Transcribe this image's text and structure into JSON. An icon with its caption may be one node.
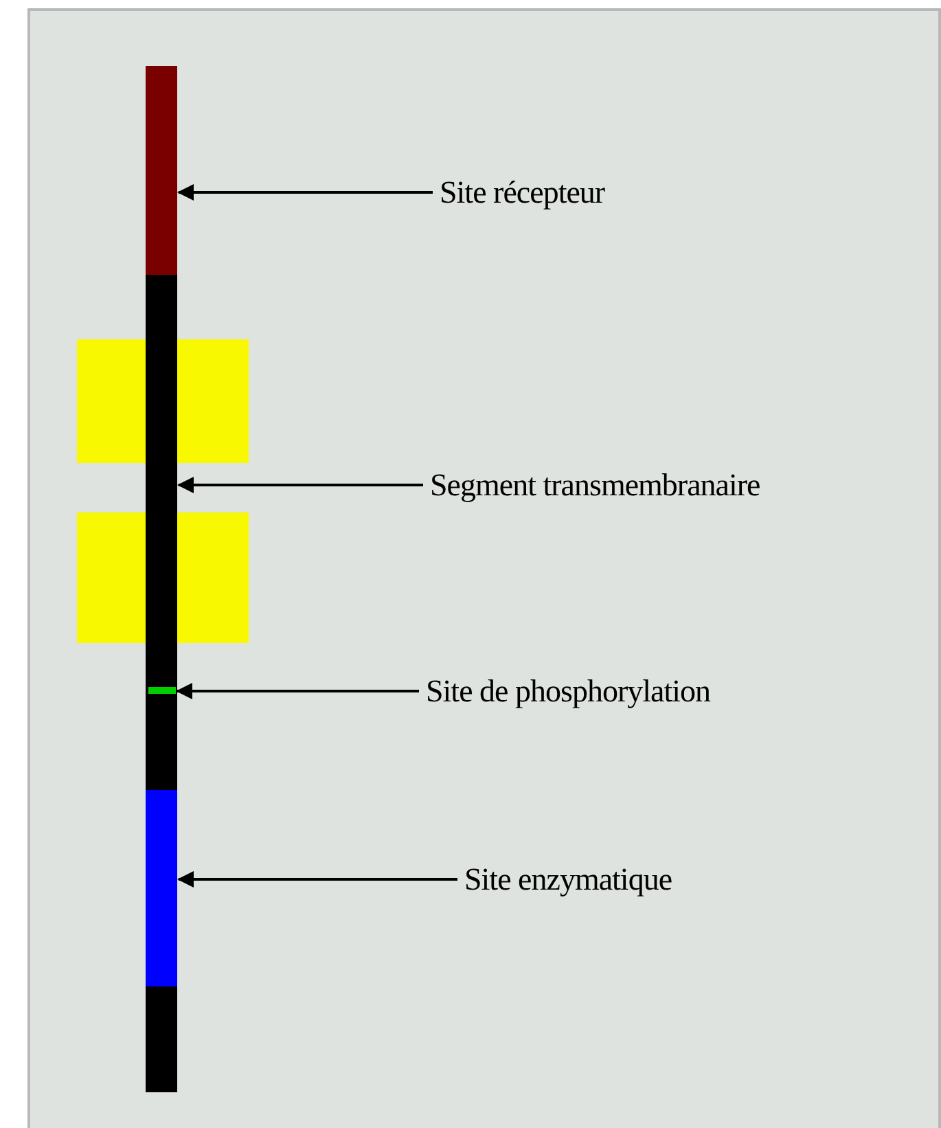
{
  "diagram": {
    "nodes": [
      {
        "text": [
          "Site récepteur"
        ]
      },
      {
        "text": [
          "Segment transmembranaire"
        ]
      },
      {
        "text": [
          "Site de phosphorylation"
        ]
      },
      {
        "text": [
          "Site enzymatique"
        ]
      },
      {
        "text": [],
        "shape": "bar"
      },
      {
        "text": [],
        "shape": "bar"
      },
      {
        "text": [],
        "shape": "bar",
        "in": 5
      },
      {
        "text": [],
        "shape": "bar"
      },
      {
        "text": [],
        "shape": "box"
      },
      {
        "text": [],
        "shape": "box"
      },
      {
        "text": [],
        "shape": "bar"
      }
    ],
    "edges": [
      {
        "from": 0,
        "to": 4,
        "arrow": "to"
      },
      {
        "from": 1,
        "to": 5,
        "arrow": "to"
      },
      {
        "from": 2,
        "to": 6,
        "arrow": "to"
      },
      {
        "from": 3,
        "to": 7,
        "arrow": "to"
      }
    ]
  }
}
